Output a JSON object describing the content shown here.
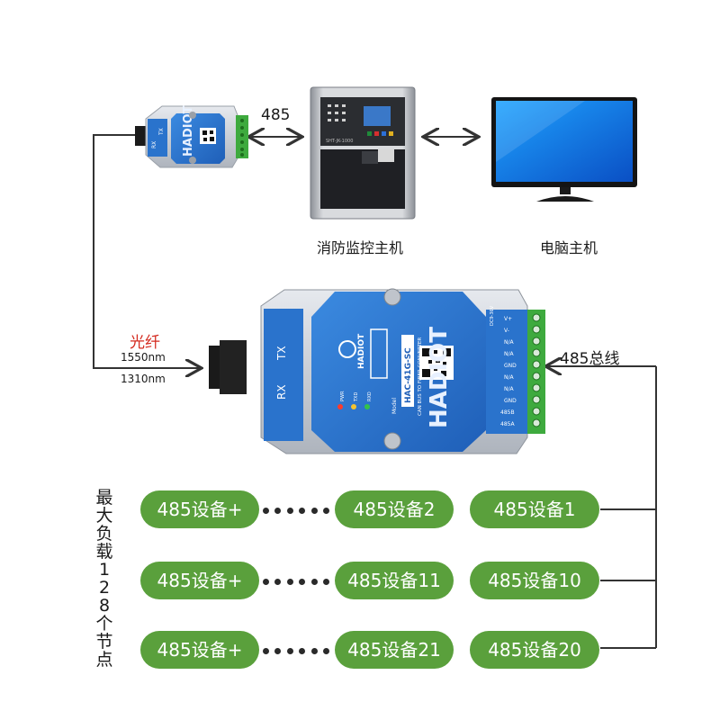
{
  "labels": {
    "bus_485_top": "485",
    "fire_host": "消防监控主机",
    "pc_host": "电脑主机",
    "fiber": "光纤",
    "wave_1550": "1550nm",
    "wave_1310": "1310nm",
    "bus_485": "485总线",
    "max_load": "最大负载128个节点"
  },
  "converter": {
    "brand": "HADIOT",
    "model": "HAC-41G-SC",
    "model_prefix": "Model",
    "subtitle": "CAN BUS TO FIBER CONVERTER",
    "port_tx": "TX",
    "port_rx": "RX",
    "led_pwr": "PWR",
    "led_txd": "TXD",
    "led_rxd": "RXD",
    "terminals": [
      "V+",
      "V-",
      "N/A",
      "N/A",
      "GND",
      "N/A",
      "N/A",
      "GND",
      "485B",
      "485A"
    ],
    "terminal_dc": "DC9-36V"
  },
  "small_converter": {
    "brand": "HADIOT",
    "port_tx": "TX",
    "port_rx": "RX"
  },
  "fire_panel_label": "SHT-JK-1000",
  "devices": [
    [
      "485设备+",
      "485设备2",
      "485设备1"
    ],
    [
      "485设备+",
      "485设备11",
      "485设备10"
    ],
    [
      "485设备+",
      "485设备21",
      "485设备20"
    ]
  ],
  "colors": {
    "pill": "#5aa03c",
    "fiber_label": "#d42a1f",
    "converter_blue": "#2a73cc",
    "terminal_green": "#3eaa3e",
    "line": "#333333"
  }
}
